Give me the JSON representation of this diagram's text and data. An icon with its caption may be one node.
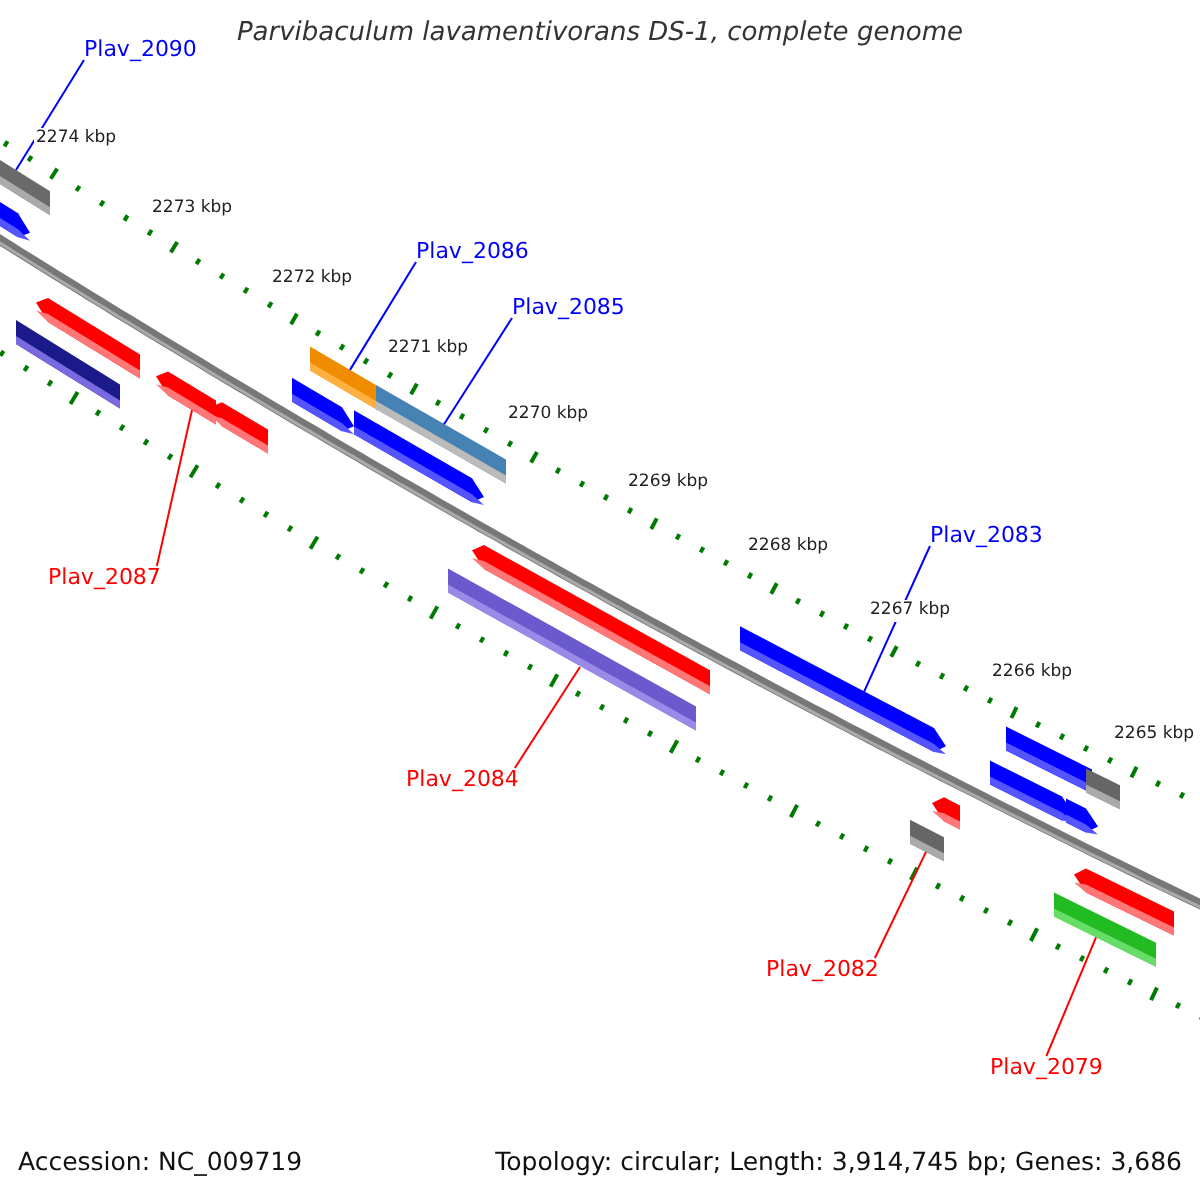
{
  "diagram": {
    "title": "Parvibaculum lavamentivorans DS-1, complete genome",
    "nodes": [
      {
        "text": [
          "Plav_2090"
        ]
      },
      {
        "text": [
          "Plav_2086"
        ]
      },
      {
        "text": [
          "Plav_2085"
        ]
      },
      {
        "text": [
          "Plav_2087"
        ]
      },
      {
        "text": [
          "Plav_2084"
        ]
      },
      {
        "text": [
          "Plav_2083"
        ]
      },
      {
        "text": [
          "Plav_2082"
        ]
      },
      {
        "text": [
          "Plav_2079"
        ]
      },
      {
        "text": [],
        "shape": "bar"
      },
      {
        "text": [],
        "shape": "bar"
      },
      {
        "text": [],
        "shape": "bar"
      },
      {
        "text": [],
        "shape": "bar"
      },
      {
        "text": [],
        "shape": "bar"
      },
      {
        "text": [],
        "shape": "bar"
      },
      {
        "text": [],
        "shape": "bar"
      },
      {
        "text": [],
        "shape": "bar"
      },
      {
        "text": [],
        "shape": "bar"
      },
      {
        "text": [],
        "shape": "bar"
      },
      {
        "text": [],
        "shape": "bar"
      },
      {
        "text": [],
        "shape": "bar"
      },
      {
        "text": [],
        "shape": "bar"
      },
      {
        "text": [],
        "shape": "bar"
      },
      {
        "text": [],
        "shape": "bar"
      },
      {
        "text": [],
        "shape": "bar"
      },
      {
        "text": [],
        "shape": "bar"
      },
      {
        "text": [],
        "shape": "bar"
      },
      {
        "text": [],
        "shape": "bar"
      },
      {
        "text": [],
        "shape": "bar"
      },
      {
        "text": [],
        "shape": "bar"
      }
    ],
    "edges": [
      {
        "from": 0,
        "to": 8,
        "arrow": "none",
        "color": "#0000ff"
      },
      {
        "from": 1,
        "to": 14,
        "arrow": "none",
        "color": "#0000ff"
      },
      {
        "from": 2,
        "to": 16,
        "arrow": "none",
        "color": "#0000ff"
      },
      {
        "from": 3,
        "to": 12,
        "arrow": "none",
        "color": "#ff0000"
      },
      {
        "from": 4,
        "to": 19,
        "arrow": "none",
        "color": "#ff0000"
      },
      {
        "from": 5,
        "to": 20,
        "arrow": "none",
        "color": "#0000ff"
      },
      {
        "from": 6,
        "to": 26,
        "arrow": "none",
        "color": "#ff0000"
      },
      {
        "from": 7,
        "to": 28,
        "arrow": "none",
        "color": "#ff0000"
      }
    ],
    "labels": [
      "2274 kbp",
      "2273 kbp",
      "2272 kbp",
      "2271 kbp",
      "2270 kbp",
      "2269 kbp",
      "2268 kbp",
      "2267 kbp",
      "2266 kbp",
      "2265 kbp",
      "Accession: NC_009719",
      "Topology: circular; Length: 3,914,745 bp; Genes: 3,686"
    ]
  }
}
